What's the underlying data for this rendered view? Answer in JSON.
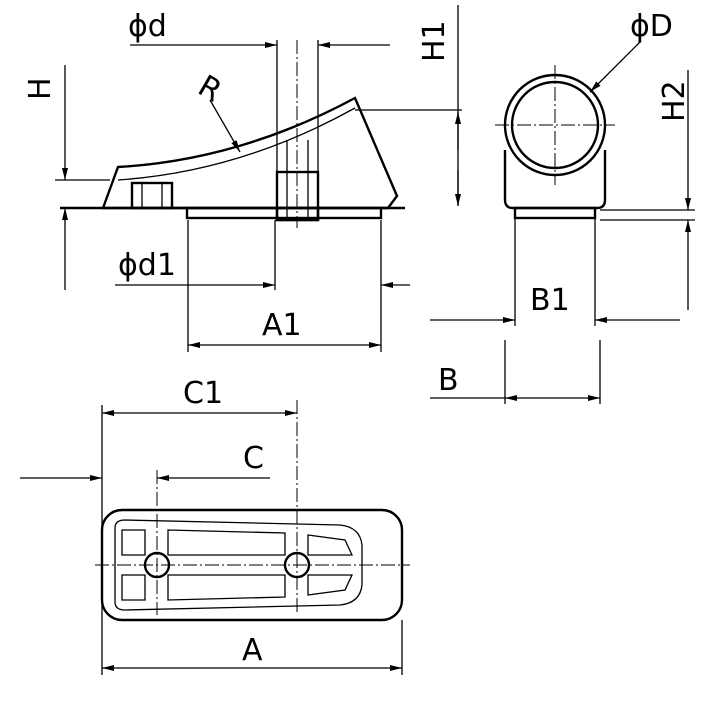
{
  "drawing": {
    "labels": {
      "phi_d": "ϕd",
      "H1": "H1",
      "phi_D": "ϕD",
      "H": "H",
      "R": "R",
      "H2": "H2",
      "phi_d1": "ϕd1",
      "A1": "A1",
      "B1": "B1",
      "B": "B",
      "C1": "C1",
      "C": "C",
      "A": "A"
    },
    "colors": {
      "line": "#000000",
      "background": "#ffffff"
    }
  }
}
